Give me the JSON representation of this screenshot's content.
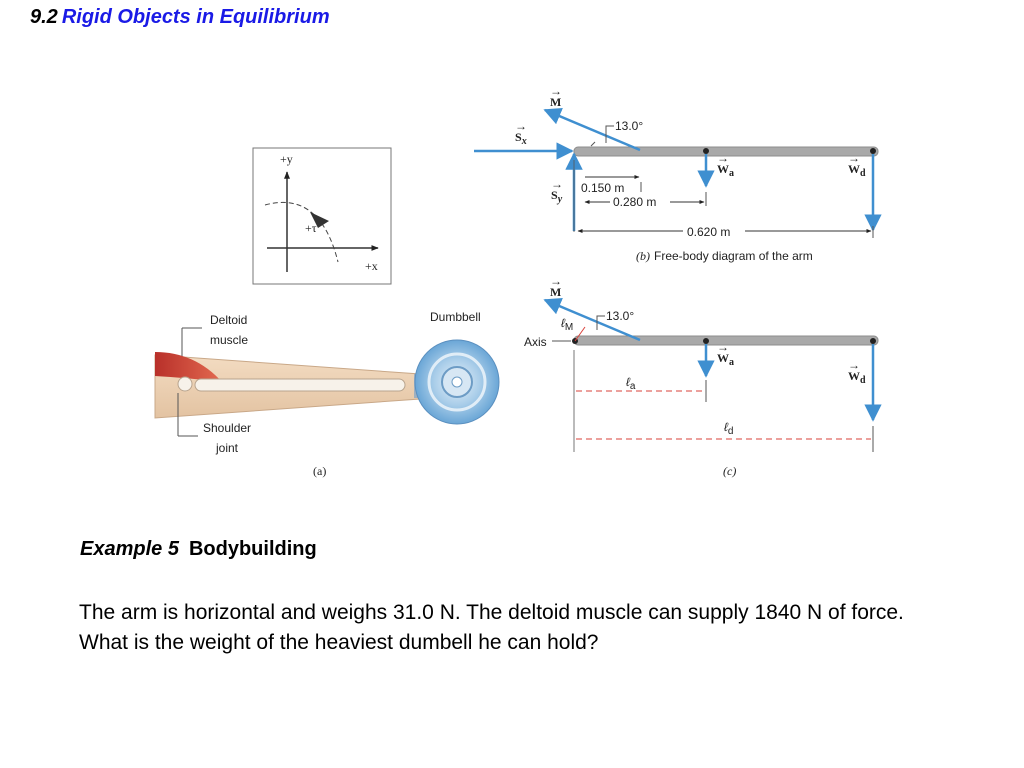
{
  "header": {
    "section_number": "9.2",
    "section_title": "Rigid Objects in Equilibrium"
  },
  "figure": {
    "axes_box": {
      "y_label": "+y",
      "x_label": "+x",
      "tau_label": "+τ"
    },
    "panel_a": {
      "deltoid": "Deltoid",
      "muscle": "muscle",
      "shoulder": "Shoulder",
      "joint": "joint",
      "dumbbell": "Dumbbell",
      "caption": "(a)"
    },
    "panel_b": {
      "M": "M",
      "Sx": "S",
      "Sx_sub": "x",
      "Sy": "S",
      "Sy_sub": "y",
      "Wa": "W",
      "Wa_sub": "a",
      "Wd": "W",
      "Wd_sub": "d",
      "angle": "13.0°",
      "d1": "0.150 m",
      "d2": "0.280 m",
      "d3": "0.620 m",
      "caption_letter": "(b)",
      "caption_text": "Free-body diagram of the arm"
    },
    "panel_c": {
      "M": "M",
      "Wa": "W",
      "Wa_sub": "a",
      "Wd": "W",
      "Wd_sub": "d",
      "angle": "13.0°",
      "axis": "Axis",
      "lM": "ℓ",
      "lM_sub": "M",
      "la": "ℓ",
      "la_sub": "a",
      "ld": "ℓ",
      "ld_sub": "d",
      "caption": "(c)"
    }
  },
  "example": {
    "label": "Example 5",
    "title": "Bodybuilding"
  },
  "question": "The arm is horizontal and weighs 31.0 N.  The deltoid muscle can supply 1840 N of force.  What is the weight of the heaviest dumbell he can hold?",
  "colors": {
    "arrow": "#3f8fd0",
    "title_blue": "#1a1ae6",
    "dash_red": "#d9403a",
    "beam": "#a9a9a9"
  }
}
